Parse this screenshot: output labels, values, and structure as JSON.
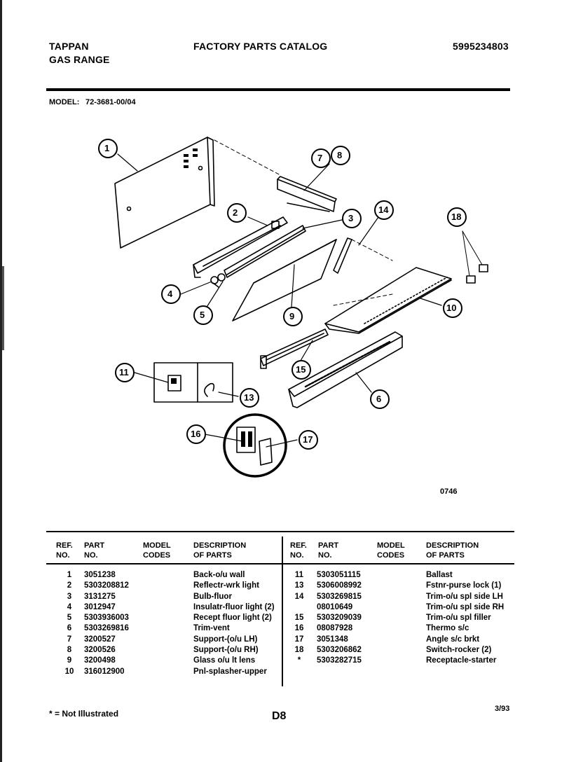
{
  "header": {
    "brand": "TAPPAN",
    "product": "GAS RANGE",
    "catalog_title": "FACTORY PARTS CATALOG",
    "catalog_number": "5995234803",
    "model_label": "MODEL:",
    "model_number": "72-3681-00/04"
  },
  "diagram": {
    "code": "0746",
    "callouts": [
      "1",
      "2",
      "3",
      "4",
      "5",
      "6",
      "7",
      "8",
      "9",
      "10",
      "11",
      "13",
      "14",
      "15",
      "16",
      "17",
      "18"
    ]
  },
  "table": {
    "columns": {
      "ref": [
        "REF.",
        "NO."
      ],
      "part": [
        "PART",
        "NO."
      ],
      "model": [
        "MODEL",
        "CODES"
      ],
      "desc": [
        "DESCRIPTION",
        "OF PARTS"
      ]
    },
    "left_rows": [
      {
        "ref": "1",
        "part": "3051238",
        "desc": "Back-o/u wall"
      },
      {
        "ref": "2",
        "part": "5303208812",
        "desc": "Reflectr-wrk light"
      },
      {
        "ref": "3",
        "part": "3131275",
        "desc": "Bulb-fluor"
      },
      {
        "ref": "4",
        "part": "3012947",
        "desc": "Insulatr-fluor light (2)"
      },
      {
        "ref": "5",
        "part": "5303936003",
        "desc": "Recept fluor light (2)"
      },
      {
        "ref": "6",
        "part": "5303269816",
        "desc": "Trim-vent"
      },
      {
        "ref": "7",
        "part": "3200527",
        "desc": "Support-(o/u LH)"
      },
      {
        "ref": "8",
        "part": "3200526",
        "desc": "Support-(o/u RH)"
      },
      {
        "ref": "9",
        "part": "3200498",
        "desc": "Glass o/u lt lens"
      },
      {
        "ref": "10",
        "part": "316012900",
        "desc": "Pnl-splasher-upper"
      }
    ],
    "right_rows": [
      {
        "ref": "11",
        "part": "5303051115",
        "desc": "Ballast"
      },
      {
        "ref": "13",
        "part": "5306008992",
        "desc": "Fstnr-purse lock (1)"
      },
      {
        "ref": "14",
        "part": "5303269815",
        "desc": "Trim-o/u spl side LH"
      },
      {
        "ref": "",
        "part": "08010649",
        "desc": "Trim-o/u spl side RH"
      },
      {
        "ref": "15",
        "part": "5303209039",
        "desc": "Trim-o/u spl filler"
      },
      {
        "ref": "16",
        "part": "08087928",
        "desc": "Thermo s/c"
      },
      {
        "ref": "17",
        "part": "3051348",
        "desc": "Angle s/c brkt"
      },
      {
        "ref": "18",
        "part": "5303206862",
        "desc": "Switch-rocker (2)"
      },
      {
        "ref": "*",
        "part": "5303282715",
        "desc": "Receptacle-starter"
      }
    ]
  },
  "footer": {
    "note": "* = Not Illustrated",
    "page": "D8",
    "date": "3/93"
  }
}
